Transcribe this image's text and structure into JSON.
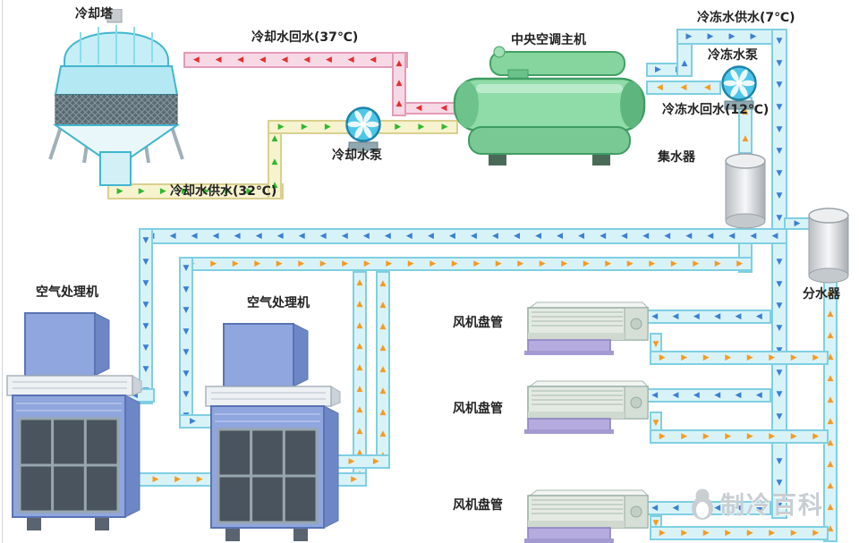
{
  "colors": {
    "chilled_pipe": "#d8f3f8",
    "chilled_pipe_border": "#7fcfe2",
    "cooling_return_pipe_pink": "#f7d9e6",
    "cooling_supply_pipe_yellow": "#f7f3cf",
    "supply_arrow_blue": "#3b7fd4",
    "return_arrow_orange": "#f59a23",
    "hot_water_arrow_red": "#e23030",
    "cool_water_arrow_green": "#2fb82f",
    "chiller_green": "#8fdca8",
    "ahu_blue": "#8fa6de",
    "fcu_tray_purple": "#b6abdf"
  },
  "labels": {
    "cooling_tower": "冷却塔",
    "cooling_water_return": "冷却水回水(37℃)",
    "cooling_water_supply": "冷却水供水(32℃)",
    "cooling_pump": "冷却水泵",
    "chiller": "中央空调主机",
    "chilled_water_supply": "冷冻水供水(7℃)",
    "chilled_pump": "冷冻水泵",
    "chilled_water_return": "冷冻水回水(12℃)",
    "collector": "集水器",
    "distributor": "分水器",
    "ahu_1": "空气处理机",
    "ahu_2": "空气处理机",
    "fcu_1": "风机盘管",
    "fcu_2": "风机盘管",
    "fcu_3": "风机盘管",
    "watermark": "制冷百科"
  }
}
